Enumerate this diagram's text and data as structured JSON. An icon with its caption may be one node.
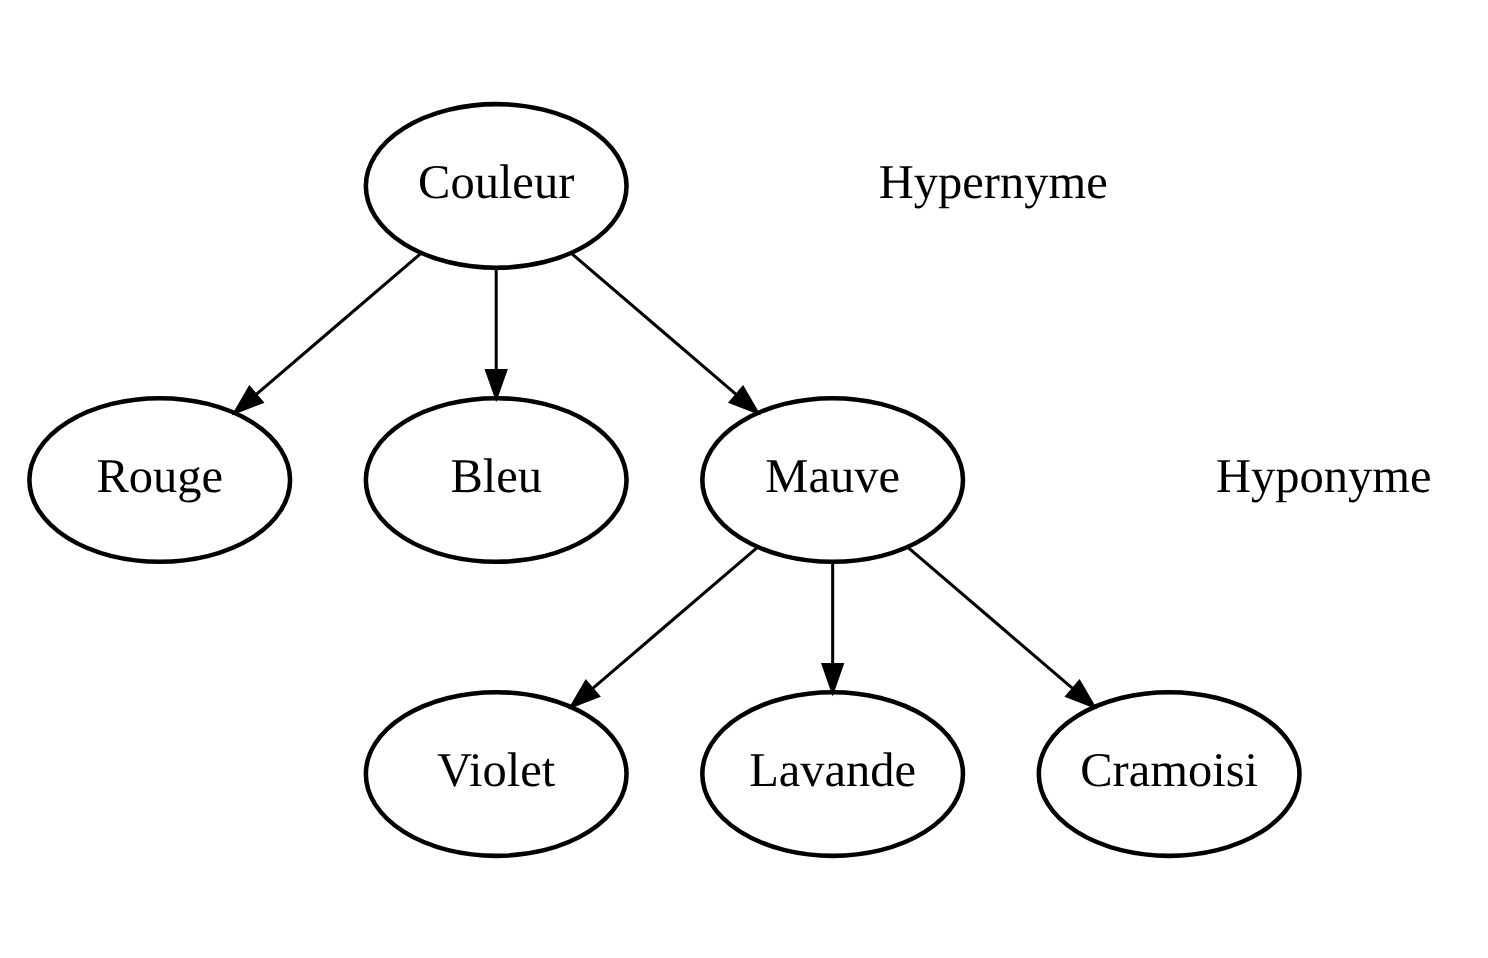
{
  "diagram": {
    "nodes": [
      {
        "text": [
          "Couleur"
        ]
      },
      {
        "text": [
          "Rouge"
        ]
      },
      {
        "text": [
          "Bleu"
        ]
      },
      {
        "text": [
          "Mauve"
        ]
      },
      {
        "text": [
          "Violet"
        ]
      },
      {
        "text": [
          "Lavande"
        ]
      },
      {
        "text": [
          "Cramoisi"
        ]
      }
    ],
    "edges": [
      {
        "from": 0,
        "to": 1,
        "arrow": "to"
      },
      {
        "from": 0,
        "to": 2,
        "arrow": "to"
      },
      {
        "from": 0,
        "to": 3,
        "arrow": "to"
      },
      {
        "from": 3,
        "to": 4,
        "arrow": "to"
      },
      {
        "from": 3,
        "to": 5,
        "arrow": "to"
      },
      {
        "from": 3,
        "to": 6,
        "arrow": "to"
      }
    ],
    "labels": [
      "Hypernyme",
      "Hyponyme"
    ]
  }
}
